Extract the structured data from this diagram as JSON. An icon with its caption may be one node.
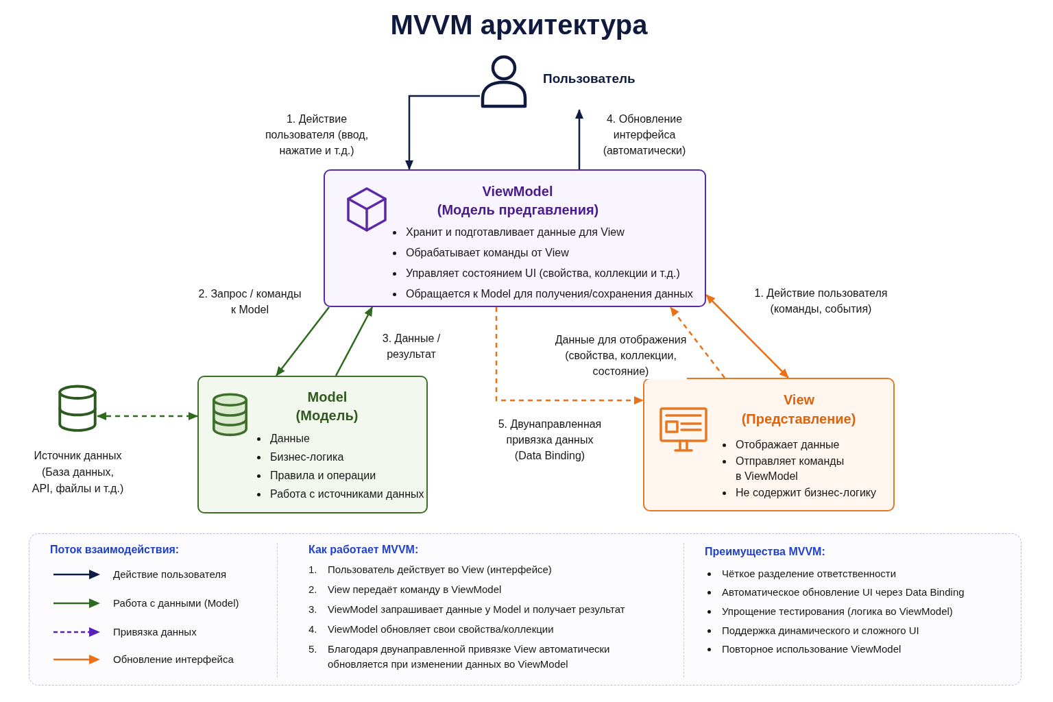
{
  "diagram": {
    "title": "MVVM архитектура",
    "nodes": [
      {
        "text": [
          "Пользователь"
        ]
      },
      {
        "text": [
          "ViewModel",
          "(Модель предгавления)",
          "Хранит и подготавливает данные для View",
          "Обрабатывает команды от View",
          "Управляет состоянием UI (свойства, коллекции и т.д.)",
          "Обращается к Model для получения/сохранения данных"
        ]
      },
      {
        "text": [],
        "shape": "cylinder",
        "beside": [
          "Источник данных (База данных, API, файлы и т.д.)"
        ]
      },
      {
        "text": [
          "Model",
          "(Модель)",
          "Данные",
          "Бизнес-логика",
          "Правила и операции",
          "Работа с источниками данных"
        ]
      },
      {
        "text": [
          "View",
          "(Представление)",
          "Отображает данные",
          "Отправляет команды в ViewModel",
          "Не содержит бизнес-логику"
        ]
      }
    ],
    "edges": [
      {
        "from": 0,
        "to": 1,
        "arrow": "to",
        "label": "1. Действие пользователя (ввод, нажатие и т.д.)",
        "color": "#0f1c3f"
      },
      {
        "from": 1,
        "to": 0,
        "arrow": "to",
        "label": "4. Обновление интерфейса (автоматически)",
        "color": "#0f1c3f"
      },
      {
        "from": 1,
        "to": 3,
        "arrow": "to",
        "label": "2. Запрос / команды к Model",
        "color": "#2d6a1f"
      },
      {
        "from": 3,
        "to": 1,
        "arrow": "to",
        "label": "3. Данные / результат",
        "color": "#2d6a1f"
      },
      {
        "from": 2,
        "to": 3,
        "arrow": "both",
        "style": "dashed",
        "color": "#2d6a1f"
      },
      {
        "from": 1,
        "to": 4,
        "arrow": "to",
        "label": "5. Двунаправленная привязка данных (Data Binding)",
        "style": "dashed",
        "color": "#e8711a"
      },
      {
        "from": 4,
        "to": 1,
        "arrow": "to",
        "label": "Данные для отображения (свойства, коллекции, состояние)",
        "style": "dashed",
        "color": "#e8711a"
      },
      {
        "from": 4,
        "to": 1,
        "arrow": "both",
        "label": "1. Действие пользователя (команды, события)",
        "color": "#e8711a"
      }
    ],
    "labels": [
      "Поток взаимодействия:",
      "Как работает MVVM:",
      "1.",
      "Пользователь действует во View (интерфейсе)",
      "2.",
      "View передаёт команду в ViewModel",
      "3.",
      "ViewModel запрашивает данные у Model и получает результат",
      "4.",
      "ViewModel обновляет свои свойства/коллекции",
      "5.",
      "Благодаря двунаправленной привязке View автоматически обновляется при изменении данных во ViewModel",
      "Преимущества MVVM:",
      "Чёткое разделение ответственности",
      "Автоматическое обновление UI через Data Binding",
      "Упрощение тестирования (логика во ViewModel)",
      "Поддержка динамического и сложного UI",
      "Повторное использование ViewModel"
    ],
    "legend": [
      {
        "text": "Действие пользователя"
      },
      {
        "text": "Работа с данными (Model)"
      },
      {
        "text": "Привязка данных"
      },
      {
        "text": "Обновление интерфейса"
      }
    ]
  }
}
